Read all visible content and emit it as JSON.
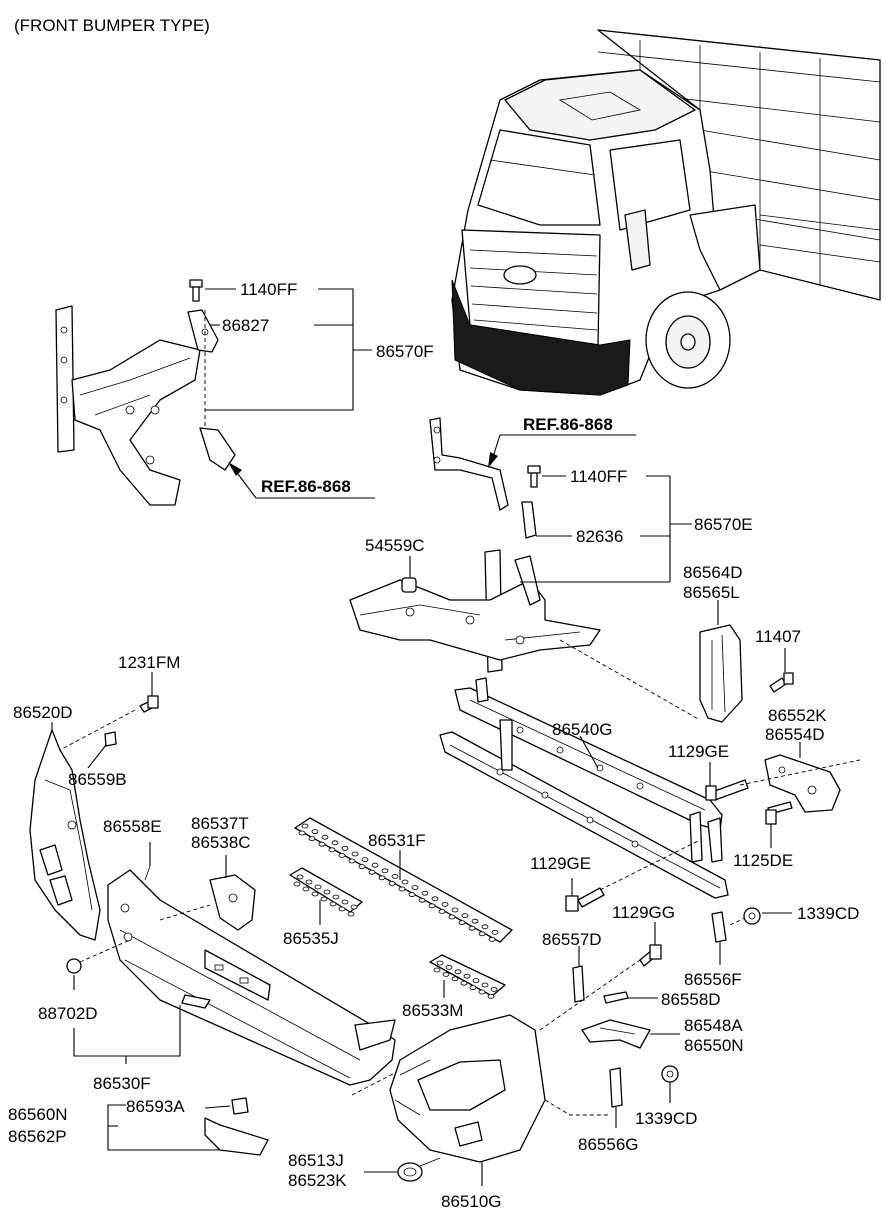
{
  "title": "(FRONT BUMPER TYPE)",
  "references": [
    "REF.86-868",
    "REF.86-868"
  ],
  "labels": {
    "p1140FF_a": "1140FF",
    "p86827": "86827",
    "p86570F": "86570F",
    "p1140FF_b": "1140FF",
    "p82636": "82636",
    "p86570E": "86570E",
    "p54559C": "54559C",
    "p86564D": "86564D",
    "p86565L": "86565L",
    "p11407": "11407",
    "p1231FM": "1231FM",
    "p86520D": "86520D",
    "p86559B": "86559B",
    "p86540G": "86540G",
    "p86552K": "86552K",
    "p86554D": "86554D",
    "p1129GE_a": "1129GE",
    "p1125DE": "1125DE",
    "p86558E": "86558E",
    "p86537T": "86537T",
    "p86538C": "86538C",
    "p86531F": "86531F",
    "p1129GE_b": "1129GE",
    "p86535J": "86535J",
    "p1129GG": "1129GG",
    "p1339CD_a": "1339CD",
    "p86557D": "86557D",
    "p86556F": "86556F",
    "p88702D": "88702D",
    "p86533M": "86533M",
    "p86558D": "86558D",
    "p86548A": "86548A",
    "p86550N": "86550N",
    "p86530F": "86530F",
    "p86560N": "86560N",
    "p86562P": "86562P",
    "p86593A": "86593A",
    "p1339CD_b": "1339CD",
    "p86556G": "86556G",
    "p86513J": "86513J",
    "p86523K": "86523K",
    "p86510G": "86510G"
  }
}
